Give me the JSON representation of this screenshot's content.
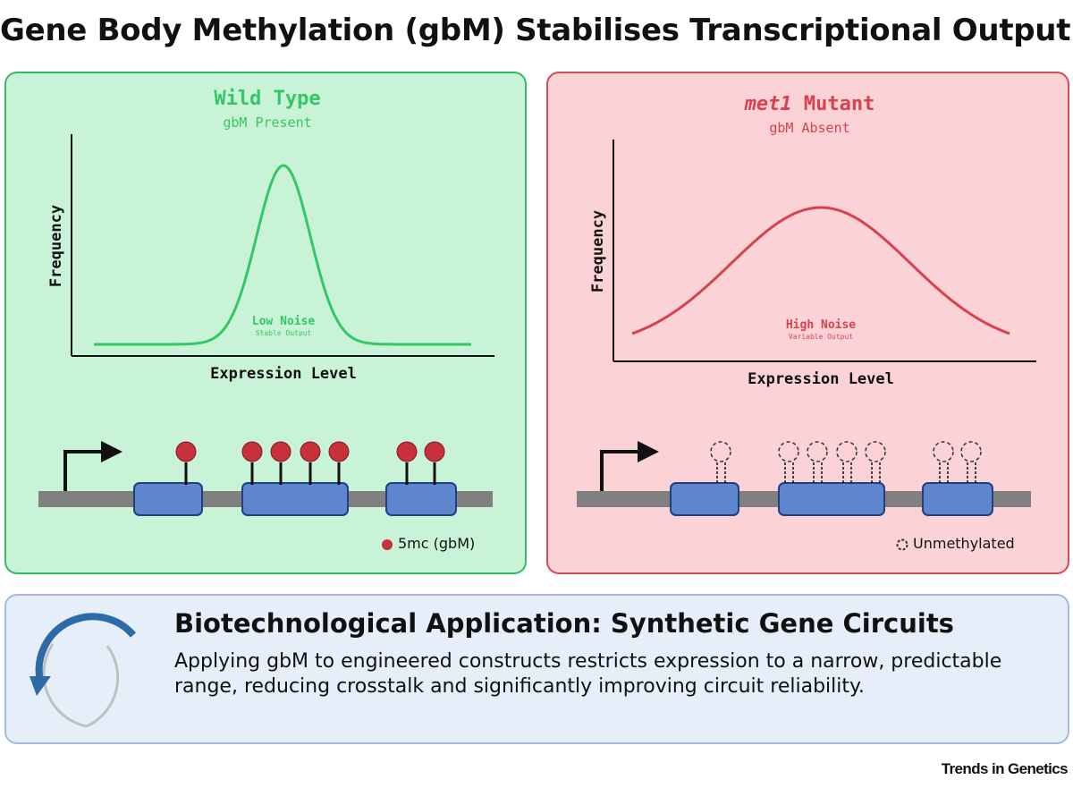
{
  "title": "Gene Body Methylation (gbM) Stabilises Transcriptional Output",
  "wild_type": {
    "title": "Wild Type",
    "subtitle": "gbM Present",
    "y_label": "Frequency",
    "x_label": "Expression Level",
    "noise_label": "Low Noise",
    "noise_sublabel": "Stable Output",
    "legend": "5mc (gbM)",
    "color": "#35c766",
    "methyl_color": "#c8303a"
  },
  "mutant": {
    "title_italic": "met1",
    "title_rest": " Mutant",
    "subtitle": "gbM Absent",
    "y_label": "Frequency",
    "x_label": "Expression Level",
    "noise_label": "High Noise",
    "noise_sublabel": "Variable Output",
    "legend": "Unmethylated",
    "color": "#d9414f"
  },
  "application": {
    "title": "Biotechnological Application: Synthetic Gene Circuits",
    "body": "Applying gbM to engineered constructs restricts expression to a narrow, predictable range, reducing crosstalk and significantly improving circuit reliability.",
    "cycle_color": "#2d6aa6"
  },
  "journal": "Trends in Genetics"
}
